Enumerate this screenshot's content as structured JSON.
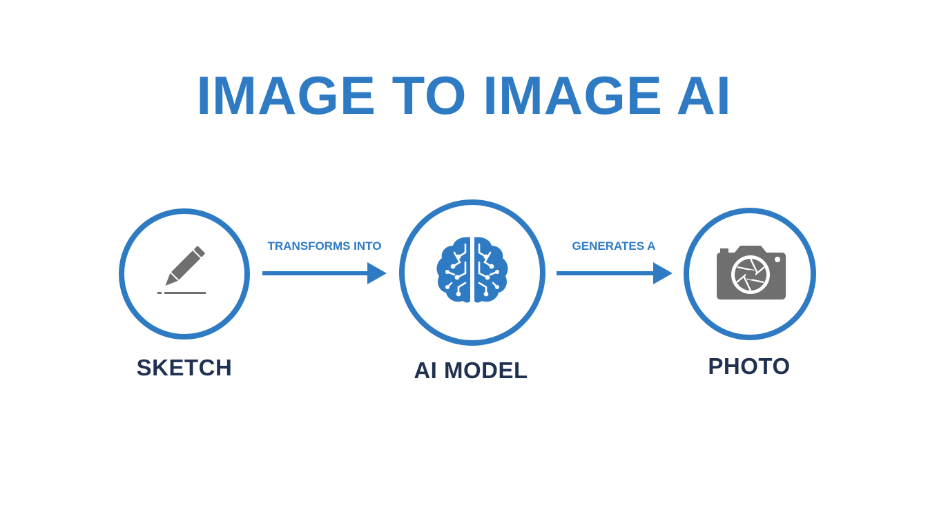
{
  "title": "IMAGE TO IMAGE AI",
  "colors": {
    "accent": "#2e7bc4",
    "label_text": "#1f3050",
    "icon_gray": "#6f6f6f",
    "background": "#ffffff"
  },
  "nodes": [
    {
      "label": "SKETCH",
      "icon": "pencil-icon"
    },
    {
      "label": "AI MODEL",
      "icon": "brain-circuit-icon"
    },
    {
      "label": "PHOTO",
      "icon": "camera-icon"
    }
  ],
  "edges": [
    {
      "label": "TRANSFORMS INTO"
    },
    {
      "label": "GENERATES A"
    }
  ]
}
